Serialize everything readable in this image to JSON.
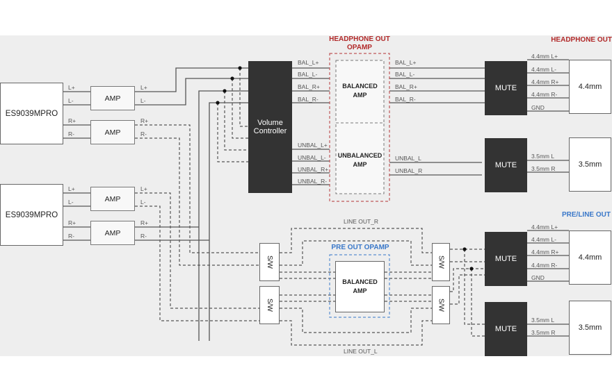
{
  "sections": {
    "headphone_out": "HEADPHONE OUT",
    "headphone_out_opamp": "HEADPHONE OUT\nOPAMP",
    "pre_line_out": "PRE/LINE OUT",
    "pre_out_opamp": "PRE OUT OPAMP"
  },
  "colors": {
    "headphone_accent": "#b22a2a",
    "preout_accent": "#3a78c9",
    "dark_block": "#333333"
  },
  "dacs": [
    {
      "label": "ES9039MPRO"
    },
    {
      "label": "ES9039MPRO"
    }
  ],
  "amps": [
    {
      "label": "AMP",
      "in": [
        "L+",
        "L-"
      ],
      "out": [
        "L+",
        "L-"
      ]
    },
    {
      "label": "AMP",
      "in": [
        "R+",
        "R-"
      ],
      "out": [
        "R+",
        "R-"
      ]
    },
    {
      "label": "AMP",
      "in": [
        "L+",
        "L-"
      ],
      "out": [
        "L+",
        "L-"
      ]
    },
    {
      "label": "AMP",
      "in": [
        "R+",
        "R-"
      ],
      "out": [
        "R+",
        "R-"
      ]
    }
  ],
  "volume_controller": {
    "label": "Volume\nController",
    "bal_outputs": [
      "BAL_L+",
      "BAL_L-",
      "BAL_R+",
      "BAL_R-"
    ],
    "unbal_outputs": [
      "UNBAL_L+",
      "UNBAL_L-",
      "UNBAL_R+",
      "UNBAL_R-"
    ]
  },
  "headphone_opamp": {
    "balanced": "BALANCED\nAMP",
    "unbalanced": "UNBALANCED\nAMP",
    "bal_outputs": [
      "BAL_L+",
      "BAL_L-",
      "BAL_R+",
      "BAL_R-"
    ],
    "unbal_outputs": [
      "UNBAL_L",
      "UNBAL_R"
    ]
  },
  "mutes": [
    "MUTE",
    "MUTE",
    "MUTE",
    "MUTE"
  ],
  "jack_44_pins": [
    "4.4mm L+",
    "4.4mm L-",
    "4.4mm R+",
    "4.4mm R-",
    "GND"
  ],
  "jack_35_pins": [
    "3.5mm L",
    "3.5mm R"
  ],
  "jacks": {
    "j44": "4.4mm",
    "j35": "3.5mm"
  },
  "switches": [
    "S/W",
    "S/W",
    "S/W",
    "S/W"
  ],
  "pre_amp": {
    "label": "BALANCED\nAMP"
  },
  "line_out": {
    "r": "LINE OUT_R",
    "l": "LINE OUT_L"
  }
}
